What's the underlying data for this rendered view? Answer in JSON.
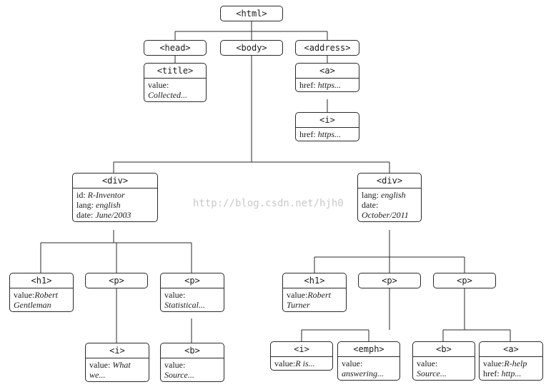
{
  "watermark": "http://blog.csdn.net/hjh0",
  "nodes": {
    "html": {
      "tag": "<html>"
    },
    "head": {
      "tag": "<head>"
    },
    "body": {
      "tag": "<body>"
    },
    "address": {
      "tag": "<address>"
    },
    "title": {
      "tag": "<title>",
      "attrs": [
        {
          "k": "value:",
          "v": "Collected..."
        }
      ]
    },
    "a1": {
      "tag": "<a>",
      "attrs": [
        {
          "k": "href:",
          "v": "https..."
        }
      ]
    },
    "i1": {
      "tag": "<i>",
      "attrs": [
        {
          "k": "href:",
          "v": "https..."
        }
      ]
    },
    "div1": {
      "tag": "<div>",
      "attrs": [
        {
          "k": "id:",
          "v": "R-Inventor"
        },
        {
          "k": "lang:",
          "v": "english"
        },
        {
          "k": "date:",
          "v": "June/2003"
        }
      ]
    },
    "div2": {
      "tag": "<div>",
      "attrs": [
        {
          "k": "lang:",
          "v": "english"
        },
        {
          "k": "date:",
          "v": "October/2011"
        }
      ]
    },
    "h1a": {
      "tag": "<h1>",
      "attrs": [
        {
          "k": "value:",
          "v": "Robert Gentleman"
        }
      ]
    },
    "pa": {
      "tag": "<p>"
    },
    "pb": {
      "tag": "<p>",
      "attrs": [
        {
          "k": "value:",
          "v": "Statistical..."
        }
      ]
    },
    "i2": {
      "tag": "<i>",
      "attrs": [
        {
          "k": "value:",
          "v": "What we..."
        }
      ]
    },
    "b1": {
      "tag": "<b>",
      "attrs": [
        {
          "k": "value:",
          "v": "Source..."
        }
      ]
    },
    "h1b": {
      "tag": "<h1>",
      "attrs": [
        {
          "k": "value:",
          "v": "Robert Turner"
        }
      ]
    },
    "pc": {
      "tag": "<p>"
    },
    "pd": {
      "tag": "<p>"
    },
    "i3": {
      "tag": "<i>",
      "attrs": [
        {
          "k": "value:",
          "v": "R is..."
        }
      ]
    },
    "emph": {
      "tag": "<emph>",
      "attrs": [
        {
          "k": "value:",
          "v": "answering..."
        }
      ]
    },
    "b2": {
      "tag": "<b>",
      "attrs": [
        {
          "k": "value:",
          "v": "Source..."
        }
      ]
    },
    "a2": {
      "tag": "<a>",
      "attrs": [
        {
          "k": "value:",
          "v": "R-help"
        },
        {
          "k": "href:",
          "v": "http..."
        }
      ]
    }
  }
}
